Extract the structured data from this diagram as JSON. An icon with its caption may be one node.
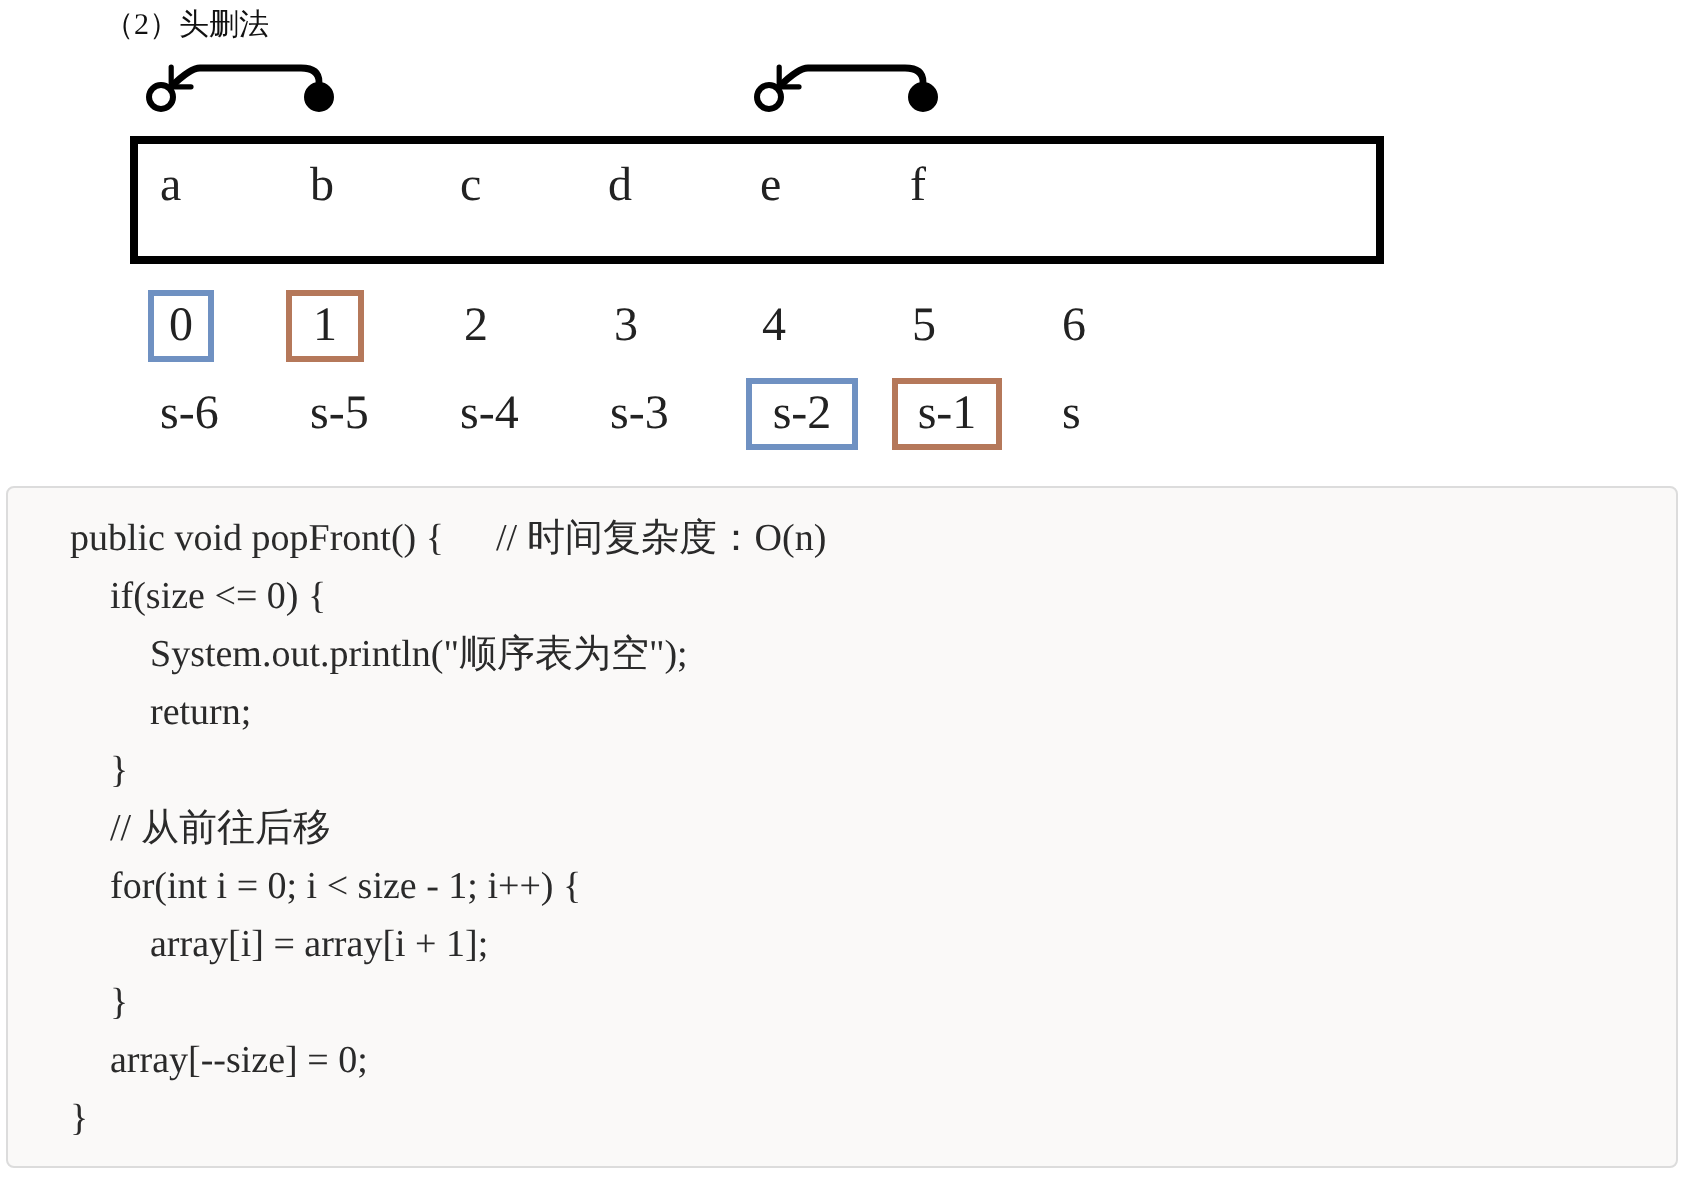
{
  "diagram": {
    "title": "（2）头删法",
    "nodes": [
      {
        "text": [],
        "shape": "circle"
      },
      {
        "text": [],
        "shape": "circle"
      },
      {
        "text": [],
        "shape": "circle"
      },
      {
        "text": [],
        "shape": "circle"
      },
      {
        "text": [
          "a",
          "b",
          "c",
          "d",
          "e",
          "f"
        ]
      },
      {
        "text": [
          "0"
        ]
      },
      {
        "text": [
          "1"
        ]
      },
      {
        "text": [
          "s-2"
        ]
      },
      {
        "text": [
          "s-1"
        ]
      },
      {
        "text": [
          "public void popFront() {",
          "// 时间复杂度：O(n)",
          "if(size <= 0) {",
          "System.out.println(\"顺序表为空\");",
          "return;",
          "}",
          "// 从前往后移",
          "for(int i = 0; i < size - 1; i++) {",
          "array[i] = array[i + 1];",
          "}",
          "array[--size] = 0;",
          "}"
        ]
      }
    ],
    "edges": [
      {
        "from": 1,
        "to": 0,
        "arrow": "to"
      },
      {
        "from": 3,
        "to": 2,
        "arrow": "to"
      }
    ],
    "labels": [
      "2",
      "3",
      "4",
      "5",
      "6",
      "s-6",
      "s-5",
      "s-4",
      "s-3",
      "s"
    ]
  }
}
